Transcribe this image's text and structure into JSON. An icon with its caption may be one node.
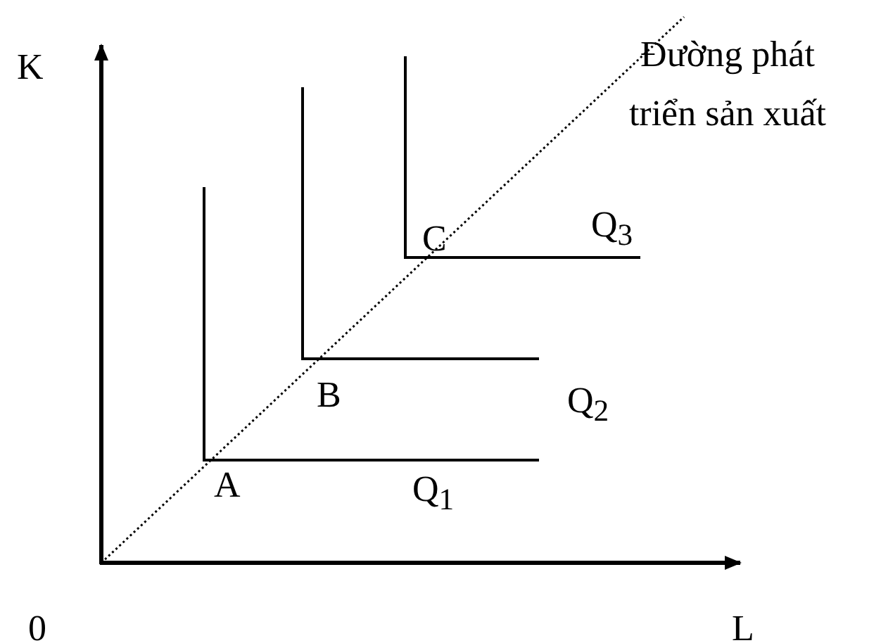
{
  "diagram": {
    "labels": [
      "K",
      "Đường phát triển sản xuất",
      "C",
      "Q$_{3}$",
      "B",
      "Q$_{2}$",
      "A",
      "Q$_{1}$",
      "0",
      "L"
    ]
  }
}
